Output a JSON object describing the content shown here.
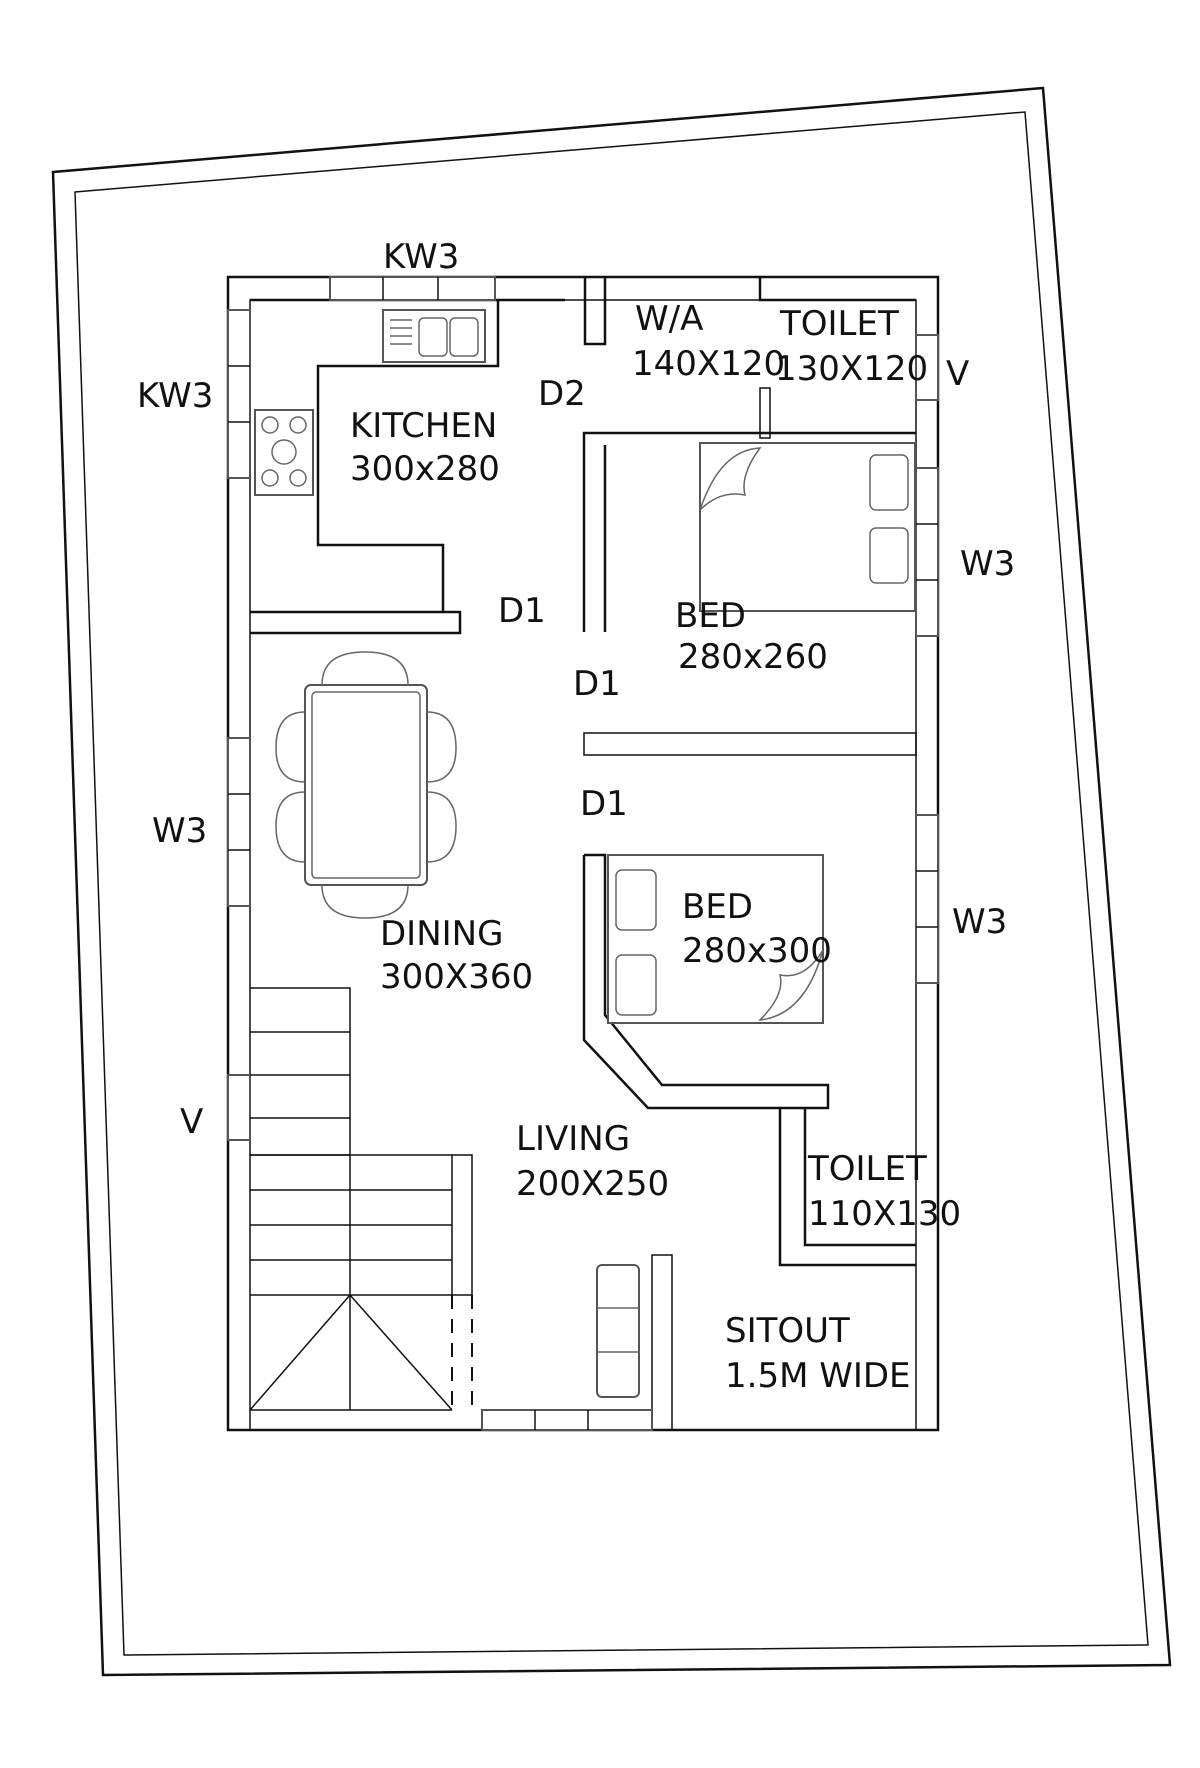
{
  "labels": {
    "kw3_top": "KW3",
    "kw3_left": "KW3",
    "kitchen_name": "KITCHEN",
    "kitchen_size": "300x280",
    "d2": "D2",
    "wa_name": "W/A",
    "wa_size": "140X120",
    "toilet1_name": "TOILET",
    "toilet1_size": "130X120",
    "v_right": "V",
    "w3_right1": "W3",
    "d1_kitchen": "D1",
    "bed1_name": "BED",
    "bed1_size": "280x260",
    "d1_bed1": "D1",
    "w3_left": "W3",
    "d1_bed2": "D1",
    "bed2_name": "BED",
    "bed2_size": "280x300",
    "w3_right2": "W3",
    "dining_name": "DINING",
    "dining_size": "300X360",
    "v_left": "V",
    "living_name": "LIVING",
    "living_size": "200X250",
    "toilet2_name": "TOILET",
    "toilet2_size": "110X130",
    "sitout_name": "SITOUT",
    "sitout_size": "1.5M WIDE"
  }
}
